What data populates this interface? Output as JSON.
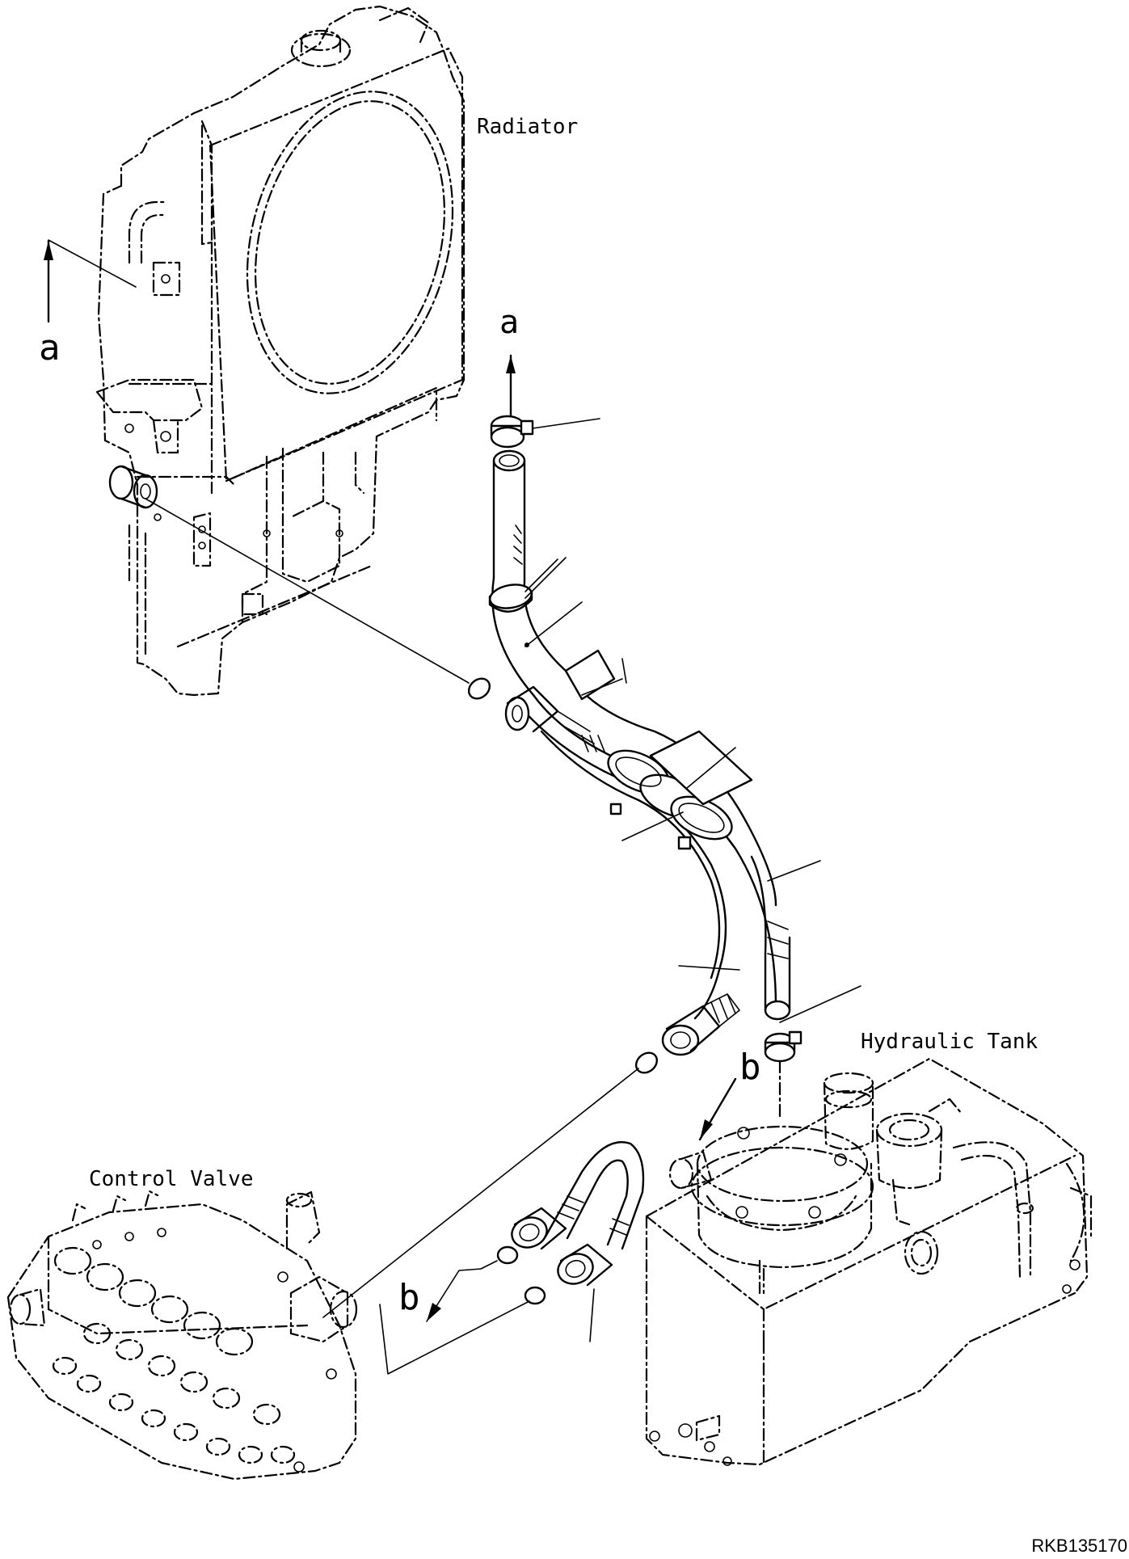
{
  "labels": {
    "radiator": "Radiator",
    "hydraulic_tank": "Hydraulic Tank",
    "control_valve": "Control Valve",
    "view_a_top": "a",
    "view_a_left": "a",
    "view_b_top": "b",
    "view_b_bottom": "b",
    "drawing_code": "RKB135170"
  }
}
